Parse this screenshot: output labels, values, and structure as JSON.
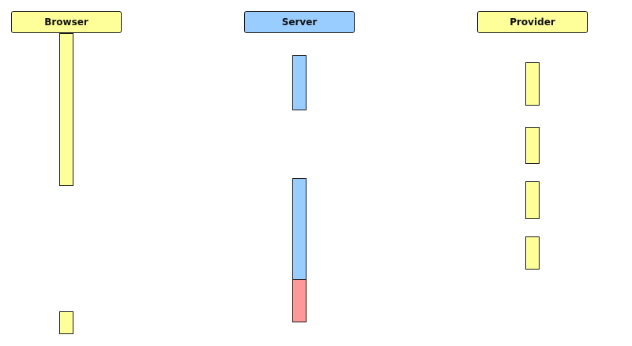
{
  "colors": {
    "browser": "#ffff99",
    "server": "#99ccff",
    "provider": "#ffff99",
    "server_alt": "#ff9999"
  },
  "lanes": [
    {
      "id": "browser",
      "label": "Browser",
      "color": "#ffff99"
    },
    {
      "id": "server",
      "label": "Server",
      "color": "#99ccff"
    },
    {
      "id": "provider",
      "label": "Provider",
      "color": "#ffff99"
    }
  ]
}
